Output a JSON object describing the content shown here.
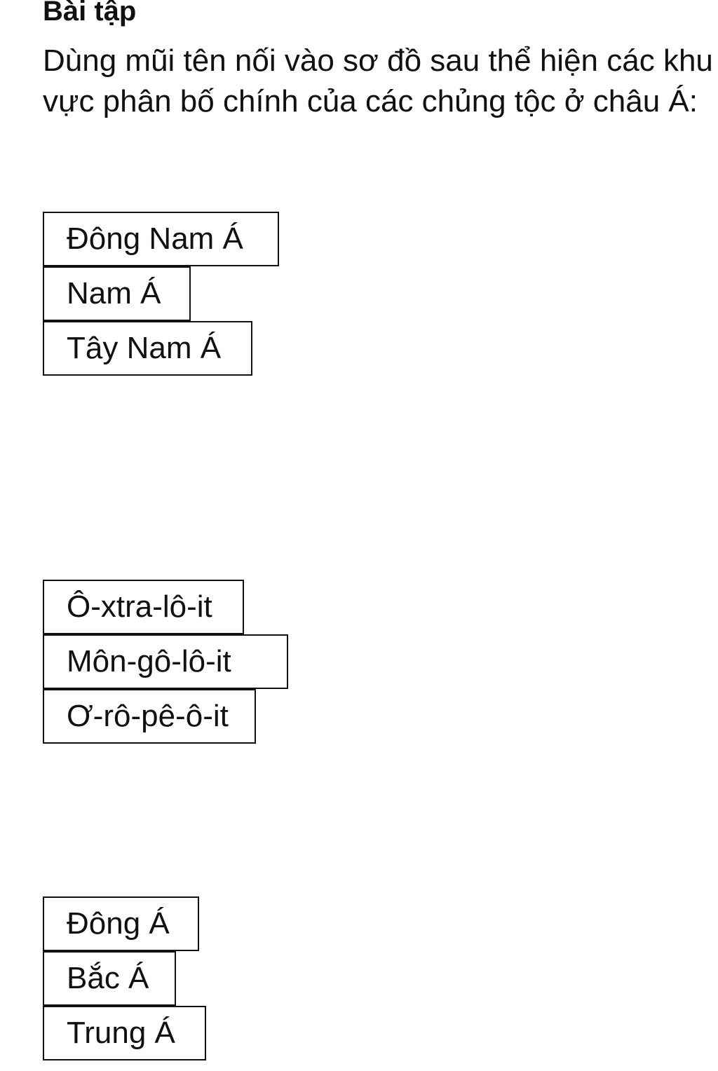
{
  "title": "Bài tập",
  "prompt": "Dùng mũi tên nối vào sơ đồ sau thể hiện các khu vực phân bố chính của các chủng tộc ở châu Á:",
  "regions_group_1": [
    "Đông Nam Á",
    "Nam Á",
    "Tây Nam Á"
  ],
  "races": [
    "Ô-xtra-lô-it",
    "Môn-gô-lô-it",
    "Ơ-rô-pê-ô-it"
  ],
  "regions_group_2": [
    "Đông Á",
    "Bắc Á",
    "Trung Á"
  ]
}
